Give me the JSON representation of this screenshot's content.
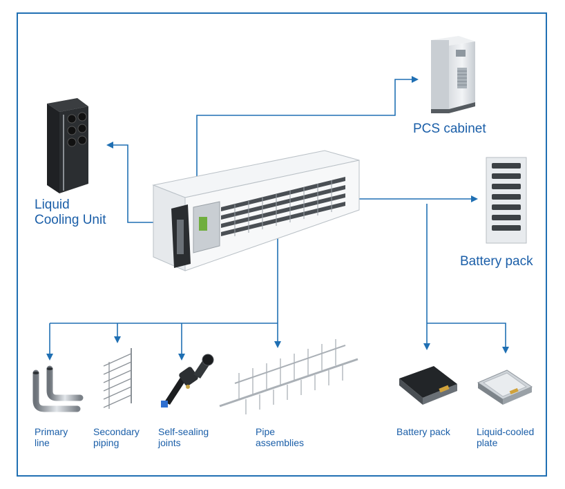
{
  "components": {
    "liquid_cooling_unit": "Liquid\nCooling Unit",
    "pcs_cabinet": "PCS cabinet",
    "battery_pack_top": "Battery pack",
    "primary_line": "Primary\nline",
    "secondary_piping": "Secondary\npiping",
    "self_sealing_joints": "Self-sealing\njoints",
    "pipe_assemblies": "Pipe\nassemblies",
    "battery_pack_bottom": "Battery pack",
    "liquid_cooled_plate": "Liquid-cooled\nplate"
  },
  "colors": {
    "accent": "#1f6fb3",
    "label": "#1a5ea8"
  }
}
